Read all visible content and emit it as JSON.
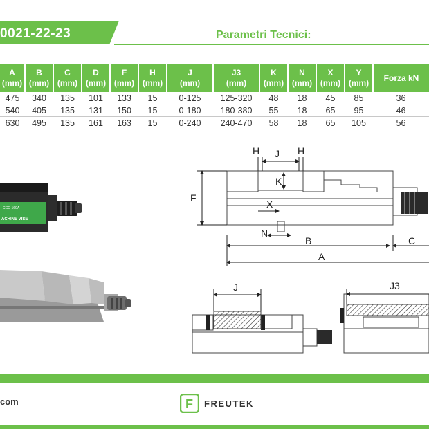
{
  "header": {
    "model_code": "0021-22-23",
    "params_title": "Parametri Tecnici:"
  },
  "table": {
    "columns": [
      {
        "name": "A",
        "unit": "(mm)"
      },
      {
        "name": "B",
        "unit": "(mm)"
      },
      {
        "name": "C",
        "unit": "(mm)"
      },
      {
        "name": "D",
        "unit": "(mm)"
      },
      {
        "name": "F",
        "unit": "(mm)"
      },
      {
        "name": "H",
        "unit": "(mm)"
      },
      {
        "name": "J",
        "unit": "(mm)"
      },
      {
        "name": "J3",
        "unit": "(mm)"
      },
      {
        "name": "K",
        "unit": "(mm)"
      },
      {
        "name": "N",
        "unit": "(mm)"
      },
      {
        "name": "X",
        "unit": "(mm)"
      },
      {
        "name": "Y",
        "unit": "(mm)"
      },
      {
        "name": "Forza kN",
        "unit": ""
      }
    ],
    "rows": [
      [
        "475",
        "340",
        "135",
        "101",
        "133",
        "15",
        "0-125",
        "125-320",
        "48",
        "18",
        "45",
        "85",
        "36"
      ],
      [
        "540",
        "405",
        "135",
        "131",
        "150",
        "15",
        "0-180",
        "180-380",
        "55",
        "18",
        "65",
        "95",
        "46"
      ],
      [
        "630",
        "495",
        "135",
        "161",
        "163",
        "15",
        "0-240",
        "240-470",
        "58",
        "18",
        "65",
        "105",
        "56"
      ]
    ]
  },
  "photo": {
    "label_top": "CCC-160A",
    "label_bottom": "ACHINE VISE"
  },
  "drawing": {
    "labels": {
      "h_left": "H",
      "j_top": "J",
      "h_right": "H",
      "k": "K",
      "f": "F",
      "x": "X",
      "n": "N",
      "b": "B",
      "c": "C",
      "a": "A",
      "j_bottom": "J",
      "j3": "J3"
    }
  },
  "footer": {
    "site": "com",
    "brand": "FREUTEK",
    "logo_letter": "F"
  },
  "colors": {
    "brand_green": "#6cc04a"
  }
}
